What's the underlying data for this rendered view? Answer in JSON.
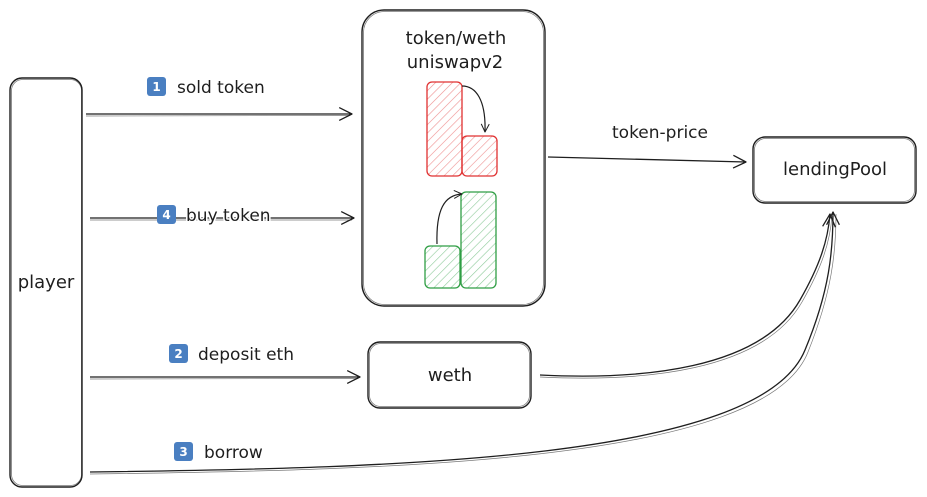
{
  "nodes": {
    "player": "player",
    "pool_title": "token/weth",
    "pool_subtitle": "uniswapv2",
    "weth": "weth",
    "lending": "lendingPool"
  },
  "edges": {
    "sold": {
      "step": "1",
      "label": "sold token"
    },
    "buy": {
      "step": "4",
      "label": "buy token"
    },
    "deposit": {
      "step": "2",
      "label": "deposit eth"
    },
    "borrow": {
      "step": "3",
      "label": "borrow"
    },
    "price": {
      "label": "token-price"
    }
  },
  "colors": {
    "stroke": "#1e1e1e",
    "red_fill": "#f08c8c",
    "red_stroke": "#e03131",
    "green_fill": "#a8d77a",
    "green_stroke": "#2f9e44",
    "badge": "#4a7fc1"
  }
}
